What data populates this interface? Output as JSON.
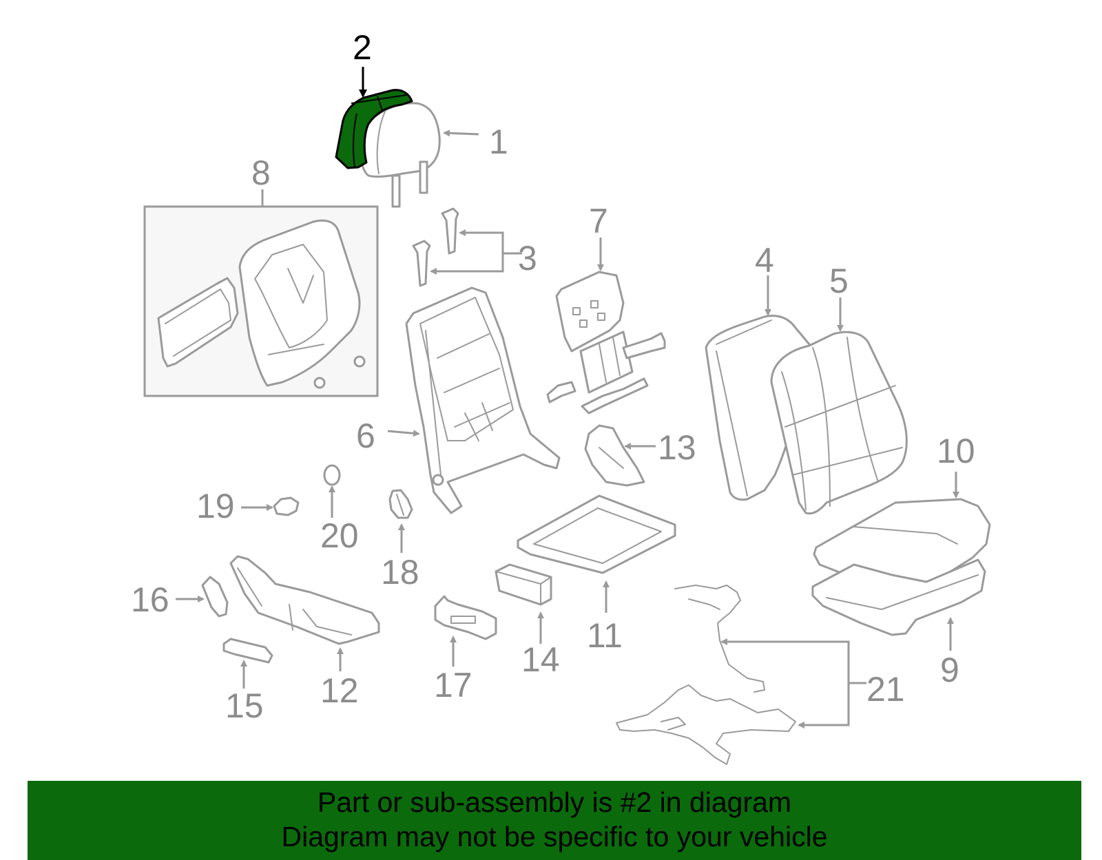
{
  "diagram": {
    "highlighted_part": "2",
    "colors": {
      "highlight_fill": "#0b6a0b",
      "line_gray": "#9a9a9a",
      "label_gray": "#8c8c8c",
      "banner_green": "#0b6a0b",
      "subassembly_box_fill": "#f7f7f7"
    },
    "callouts": {
      "c1": "1",
      "c2": "2",
      "c3": "3",
      "c4": "4",
      "c5": "5",
      "c6": "6",
      "c7": "7",
      "c8": "8",
      "c9": "9",
      "c10": "10",
      "c11": "11",
      "c12": "12",
      "c13": "13",
      "c14": "14",
      "c15": "15",
      "c16": "16",
      "c17": "17",
      "c18": "18",
      "c19": "19",
      "c20": "20",
      "c21": "21"
    }
  },
  "banner": {
    "line1": "Part or sub-assembly is #2 in diagram",
    "line2": "Diagram may not be specific to your vehicle"
  }
}
